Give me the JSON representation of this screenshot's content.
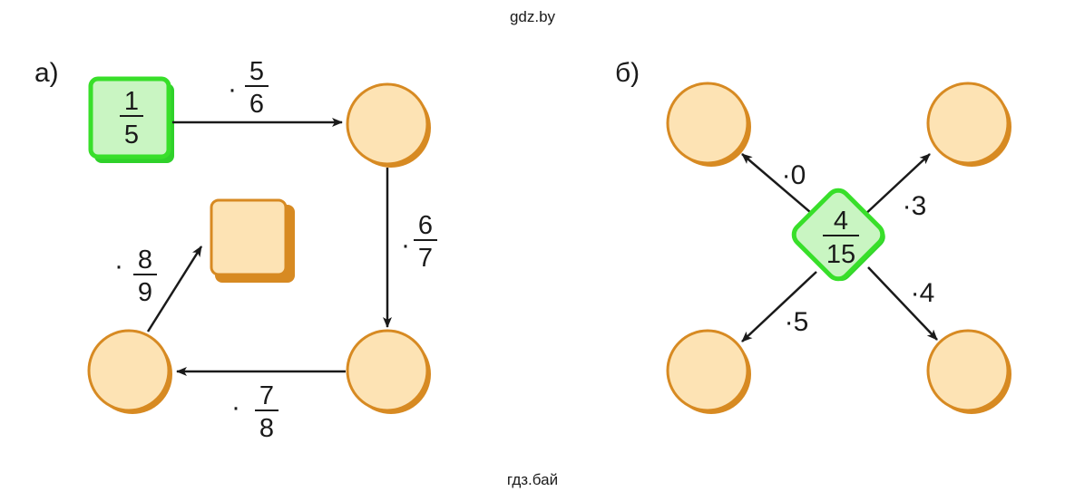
{
  "watermark_top": "gdz.by",
  "watermark_bottom": "гдз.бай",
  "colors": {
    "circle_fill": "#fde3b4",
    "circle_stroke": "#d78a22",
    "green_fill": "#c9f5c2",
    "green_stroke": "#38df2a",
    "arrow": "#1a1a1a"
  },
  "part_a": {
    "label": "а)",
    "start": {
      "num": "1",
      "den": "5"
    },
    "ops": [
      {
        "sign": "·",
        "num": "5",
        "den": "6"
      },
      {
        "sign": "·",
        "num": "6",
        "den": "7"
      },
      {
        "sign": "·",
        "num": "7",
        "den": "8"
      },
      {
        "sign": "·",
        "num": "8",
        "den": "9"
      }
    ]
  },
  "part_b": {
    "label": "б)",
    "center": {
      "num": "4",
      "den": "15"
    },
    "ops": [
      {
        "text": "·0"
      },
      {
        "text": "·3"
      },
      {
        "text": "·4"
      },
      {
        "text": "·5"
      }
    ]
  }
}
